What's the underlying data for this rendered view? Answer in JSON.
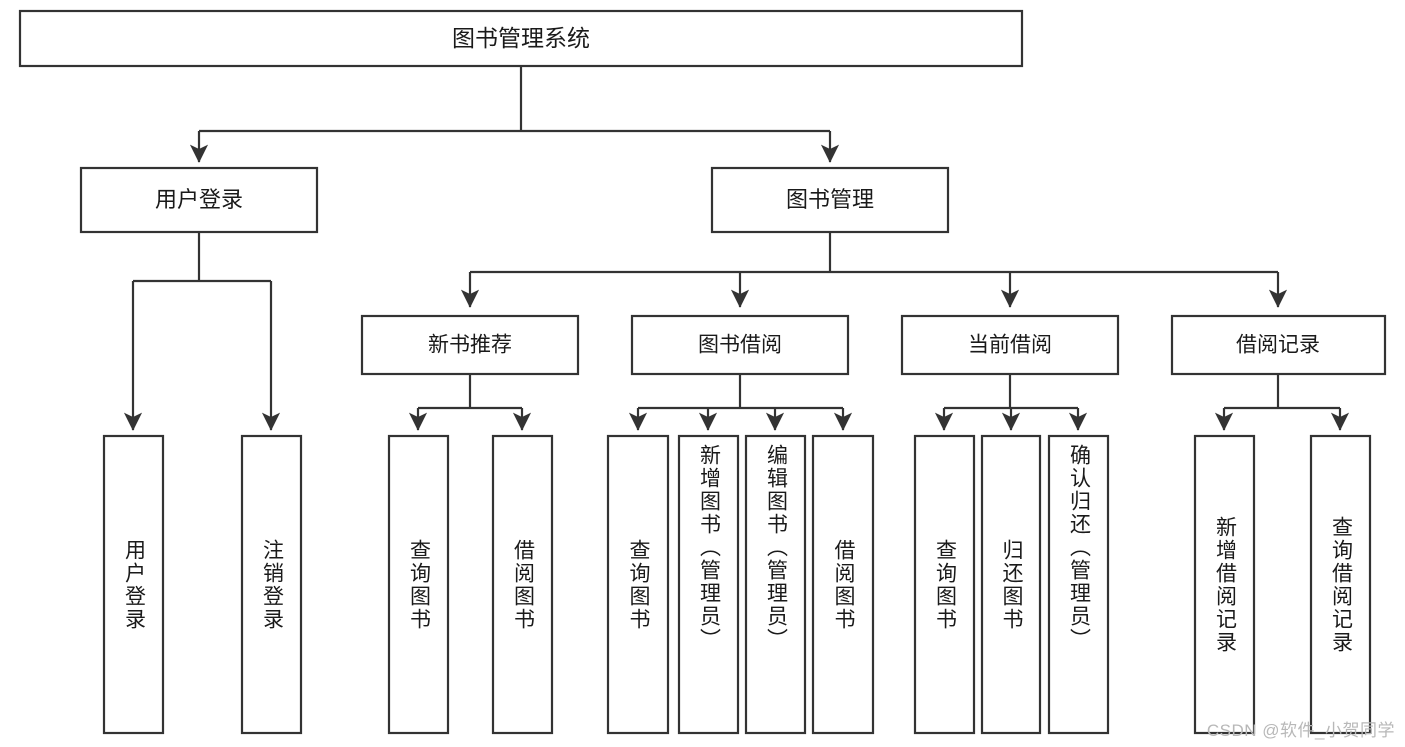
{
  "diagram": {
    "title": "图书管理系统",
    "type": "tree-hierarchy-diagram",
    "watermark": "CSDN @软件_小贺同学",
    "colors": {
      "box_stroke": "#333333",
      "box_fill": "#ffffff",
      "text": "#1a1a1a",
      "background": "#ffffff",
      "watermark": "#b8b8b8"
    },
    "root": {
      "label": "图书管理系统"
    },
    "level1": [
      {
        "id": "user-login",
        "label": "用户登录"
      },
      {
        "id": "book-management",
        "label": "图书管理"
      }
    ],
    "level2": [
      {
        "id": "new-book-recommend",
        "label": "新书推荐",
        "parent": "book-management"
      },
      {
        "id": "book-borrow",
        "label": "图书借阅",
        "parent": "book-management"
      },
      {
        "id": "current-borrow",
        "label": "当前借阅",
        "parent": "book-management"
      },
      {
        "id": "borrow-record",
        "label": "借阅记录",
        "parent": "book-management"
      }
    ],
    "leaves": {
      "user-login": [
        {
          "id": "leaf-user-login",
          "label": "用户登录"
        },
        {
          "id": "leaf-user-logout",
          "label": "注销登录"
        }
      ],
      "new-book-recommend": [
        {
          "id": "leaf-query-book-1",
          "label": "查询图书"
        },
        {
          "id": "leaf-borrow-book-1",
          "label": "借阅图书"
        }
      ],
      "book-borrow": [
        {
          "id": "leaf-query-book-2",
          "label": "查询图书"
        },
        {
          "id": "leaf-add-book",
          "label": "新增图书（管理员）"
        },
        {
          "id": "leaf-edit-book",
          "label": "编辑图书（管理员）"
        },
        {
          "id": "leaf-borrow-book-2",
          "label": "借阅图书"
        }
      ],
      "current-borrow": [
        {
          "id": "leaf-query-book-3",
          "label": "查询图书"
        },
        {
          "id": "leaf-return-book",
          "label": "归还图书"
        },
        {
          "id": "leaf-confirm-return",
          "label": "确认归还（管理员）"
        }
      ],
      "borrow-record": [
        {
          "id": "leaf-add-borrow-record",
          "label": "新增借阅记录"
        },
        {
          "id": "leaf-query-borrow-record",
          "label": "查询借阅记录"
        }
      ]
    }
  }
}
